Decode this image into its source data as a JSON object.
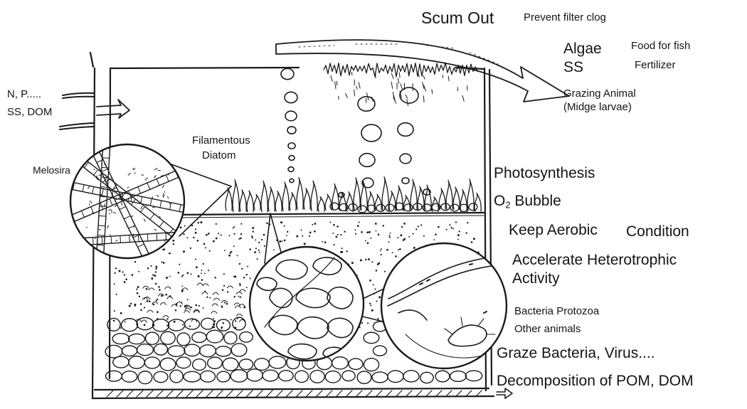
{
  "diagram": {
    "scum_out": "Scum Out",
    "prevent_filter_clog": "Prevent filter clog",
    "algae": "Algae",
    "ss_top": "SS",
    "food_for_fish": "Food for fish",
    "fertilizer": "Fertilizer",
    "grazing_animal": "Grazing Animal",
    "midge_larvae": "(Midge larvae)",
    "inflow_line1": "N, P.....",
    "inflow_line2": "SS, DOM",
    "filamentous": "Filamentous",
    "diatom": "Diatom",
    "melosira": "Melosira",
    "photosynthesis": "Photosynthesis",
    "o2_prefix": "O",
    "o2_sub": "2",
    "o2_rest": " Bubble",
    "keep_aerobic": "Keep Aerobic",
    "condition": "Condition",
    "accelerate": "Accelerate Heterotrophic",
    "activity": "Activity",
    "bacteria_protozoa": "Bacteria  Protozoa",
    "other_animals": "Other animals",
    "graze_bacteria": "Graze Bacteria, Virus....",
    "decomposition": "Decomposition of POM, DOM"
  }
}
